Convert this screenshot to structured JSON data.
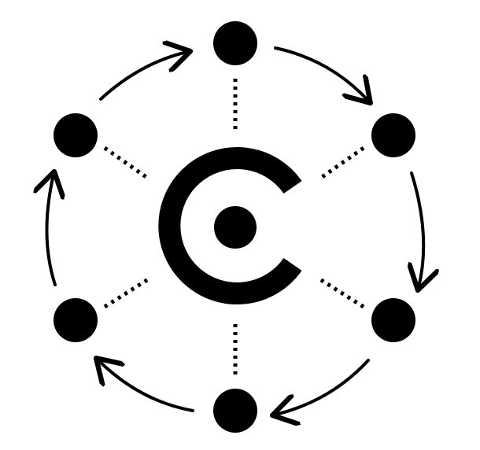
{
  "diagram": {
    "type": "cycle-hub",
    "ink_color": "#000000",
    "background_color": "#ffffff",
    "hub_icon": "c-shaped-logo-with-center-dot",
    "node_count": 6,
    "node_shape": "filled-circle",
    "ring_direction": "clockwise",
    "spoke_style": "dotted",
    "nodes": [
      {
        "id": "node-top"
      },
      {
        "id": "node-upper-right"
      },
      {
        "id": "node-lower-right"
      },
      {
        "id": "node-bottom"
      },
      {
        "id": "node-lower-left"
      },
      {
        "id": "node-upper-left"
      }
    ]
  }
}
